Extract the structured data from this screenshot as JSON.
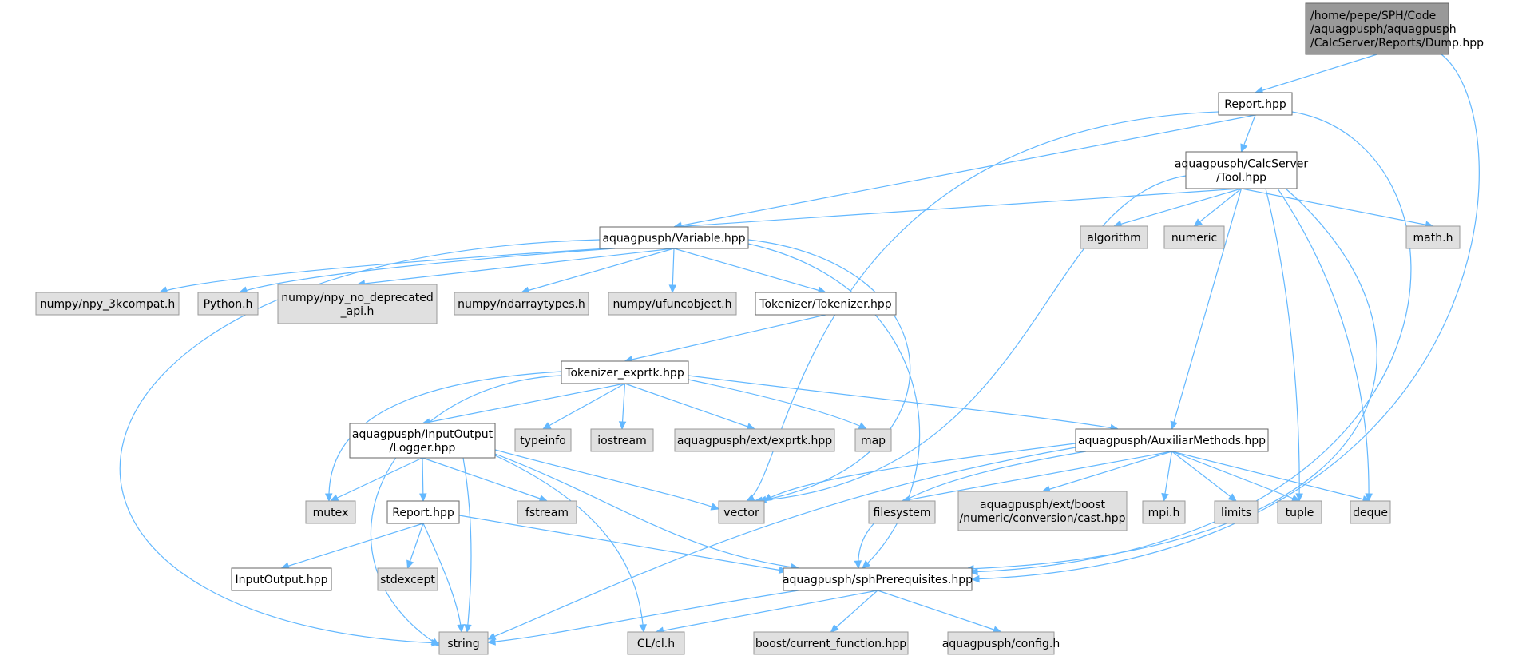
{
  "colors": {
    "root_fill": "#999999",
    "root_stroke": "#666666",
    "local_fill": "#ffffff",
    "local_stroke": "#666666",
    "system_fill": "#e0e0e0",
    "system_stroke": "#999999",
    "edge": "#63b8ff"
  },
  "nodes": [
    {
      "id": "dump",
      "kind": "root",
      "lines": [
        "/home/pepe/SPH/Code",
        "/aquagpusph/aquagpusph",
        "/CalcServer/Reports/Dump.hpp"
      ]
    },
    {
      "id": "report_top",
      "kind": "local",
      "lines": [
        "Report.hpp"
      ]
    },
    {
      "id": "tool",
      "kind": "local",
      "lines": [
        "aquagpusph/CalcServer",
        "/Tool.hpp"
      ]
    },
    {
      "id": "variable",
      "kind": "local",
      "lines": [
        "aquagpusph/Variable.hpp"
      ]
    },
    {
      "id": "algorithm",
      "kind": "system",
      "lines": [
        "algorithm"
      ]
    },
    {
      "id": "numeric",
      "kind": "system",
      "lines": [
        "numeric"
      ]
    },
    {
      "id": "math",
      "kind": "system",
      "lines": [
        "math.h"
      ]
    },
    {
      "id": "npy3k",
      "kind": "system",
      "lines": [
        "numpy/npy_3kcompat.h"
      ]
    },
    {
      "id": "python",
      "kind": "system",
      "lines": [
        "Python.h"
      ]
    },
    {
      "id": "npynodep",
      "kind": "system",
      "lines": [
        "numpy/npy_no_deprecated",
        "_api.h"
      ]
    },
    {
      "id": "ndarraytypes",
      "kind": "system",
      "lines": [
        "numpy/ndarraytypes.h"
      ]
    },
    {
      "id": "ufuncobject",
      "kind": "system",
      "lines": [
        "numpy/ufuncobject.h"
      ]
    },
    {
      "id": "tokenizer",
      "kind": "local",
      "lines": [
        "Tokenizer/Tokenizer.hpp"
      ]
    },
    {
      "id": "tok_exprtk",
      "kind": "local",
      "lines": [
        "Tokenizer_exprtk.hpp"
      ]
    },
    {
      "id": "logger",
      "kind": "local",
      "lines": [
        "aquagpusph/InputOutput",
        "/Logger.hpp"
      ]
    },
    {
      "id": "typeinfo",
      "kind": "system",
      "lines": [
        "typeinfo"
      ]
    },
    {
      "id": "iostream",
      "kind": "system",
      "lines": [
        "iostream"
      ]
    },
    {
      "id": "exprtk",
      "kind": "system",
      "lines": [
        "aquagpusph/ext/exprtk.hpp"
      ]
    },
    {
      "id": "map",
      "kind": "system",
      "lines": [
        "map"
      ]
    },
    {
      "id": "auxiliar",
      "kind": "local",
      "lines": [
        "aquagpusph/AuxiliarMethods.hpp"
      ]
    },
    {
      "id": "mutex",
      "kind": "system",
      "lines": [
        "mutex"
      ]
    },
    {
      "id": "report_io",
      "kind": "local",
      "lines": [
        "Report.hpp"
      ]
    },
    {
      "id": "fstream",
      "kind": "system",
      "lines": [
        "fstream"
      ]
    },
    {
      "id": "vector",
      "kind": "system",
      "lines": [
        "vector"
      ]
    },
    {
      "id": "filesystem",
      "kind": "system",
      "lines": [
        "filesystem"
      ]
    },
    {
      "id": "boostcast",
      "kind": "system",
      "lines": [
        "aquagpusph/ext/boost",
        "/numeric/conversion/cast.hpp"
      ]
    },
    {
      "id": "mpi",
      "kind": "system",
      "lines": [
        "mpi.h"
      ]
    },
    {
      "id": "limits",
      "kind": "system",
      "lines": [
        "limits"
      ]
    },
    {
      "id": "tuple",
      "kind": "system",
      "lines": [
        "tuple"
      ]
    },
    {
      "id": "deque",
      "kind": "system",
      "lines": [
        "deque"
      ]
    },
    {
      "id": "inputoutput",
      "kind": "local",
      "lines": [
        "InputOutput.hpp"
      ]
    },
    {
      "id": "stdexcept",
      "kind": "system",
      "lines": [
        "stdexcept"
      ]
    },
    {
      "id": "sphprereq",
      "kind": "local",
      "lines": [
        "aquagpusph/sphPrerequisites.hpp"
      ]
    },
    {
      "id": "string",
      "kind": "system",
      "lines": [
        "string"
      ]
    },
    {
      "id": "clh",
      "kind": "system",
      "lines": [
        "CL/cl.h"
      ]
    },
    {
      "id": "boostfunc",
      "kind": "system",
      "lines": [
        "boost/current_function.hpp"
      ]
    },
    {
      "id": "config",
      "kind": "system",
      "lines": [
        "aquagpusph/config.h"
      ]
    }
  ],
  "edges": [
    [
      "dump",
      "report_top"
    ],
    [
      "dump",
      "sphprereq"
    ],
    [
      "report_top",
      "tool"
    ],
    [
      "report_top",
      "variable"
    ],
    [
      "report_top",
      "vector"
    ],
    [
      "report_top",
      "sphprereq"
    ],
    [
      "tool",
      "variable"
    ],
    [
      "tool",
      "algorithm"
    ],
    [
      "tool",
      "numeric"
    ],
    [
      "tool",
      "math"
    ],
    [
      "tool",
      "auxiliar"
    ],
    [
      "tool",
      "vector"
    ],
    [
      "tool",
      "tuple"
    ],
    [
      "tool",
      "deque"
    ],
    [
      "tool",
      "sphprereq"
    ],
    [
      "variable",
      "npy3k"
    ],
    [
      "variable",
      "python"
    ],
    [
      "variable",
      "npynodep"
    ],
    [
      "variable",
      "ndarraytypes"
    ],
    [
      "variable",
      "ufuncobject"
    ],
    [
      "variable",
      "tokenizer"
    ],
    [
      "variable",
      "string"
    ],
    [
      "variable",
      "vector"
    ],
    [
      "variable",
      "sphprereq"
    ],
    [
      "tokenizer",
      "tok_exprtk"
    ],
    [
      "tok_exprtk",
      "logger"
    ],
    [
      "tok_exprtk",
      "typeinfo"
    ],
    [
      "tok_exprtk",
      "iostream"
    ],
    [
      "tok_exprtk",
      "exprtk"
    ],
    [
      "tok_exprtk",
      "map"
    ],
    [
      "tok_exprtk",
      "auxiliar"
    ],
    [
      "tok_exprtk",
      "mutex"
    ],
    [
      "tok_exprtk",
      "string"
    ],
    [
      "logger",
      "mutex"
    ],
    [
      "logger",
      "report_io"
    ],
    [
      "logger",
      "fstream"
    ],
    [
      "logger",
      "vector"
    ],
    [
      "logger",
      "string"
    ],
    [
      "logger",
      "clh"
    ],
    [
      "logger",
      "sphprereq"
    ],
    [
      "auxiliar",
      "vector"
    ],
    [
      "auxiliar",
      "filesystem"
    ],
    [
      "auxiliar",
      "boostcast"
    ],
    [
      "auxiliar",
      "mpi"
    ],
    [
      "auxiliar",
      "limits"
    ],
    [
      "auxiliar",
      "tuple"
    ],
    [
      "auxiliar",
      "deque"
    ],
    [
      "auxiliar",
      "sphprereq"
    ],
    [
      "auxiliar",
      "string"
    ],
    [
      "report_io",
      "inputoutput"
    ],
    [
      "report_io",
      "stdexcept"
    ],
    [
      "report_io",
      "string"
    ],
    [
      "report_io",
      "sphprereq"
    ],
    [
      "sphprereq",
      "string"
    ],
    [
      "sphprereq",
      "clh"
    ],
    [
      "sphprereq",
      "boostfunc"
    ],
    [
      "sphprereq",
      "config"
    ]
  ]
}
